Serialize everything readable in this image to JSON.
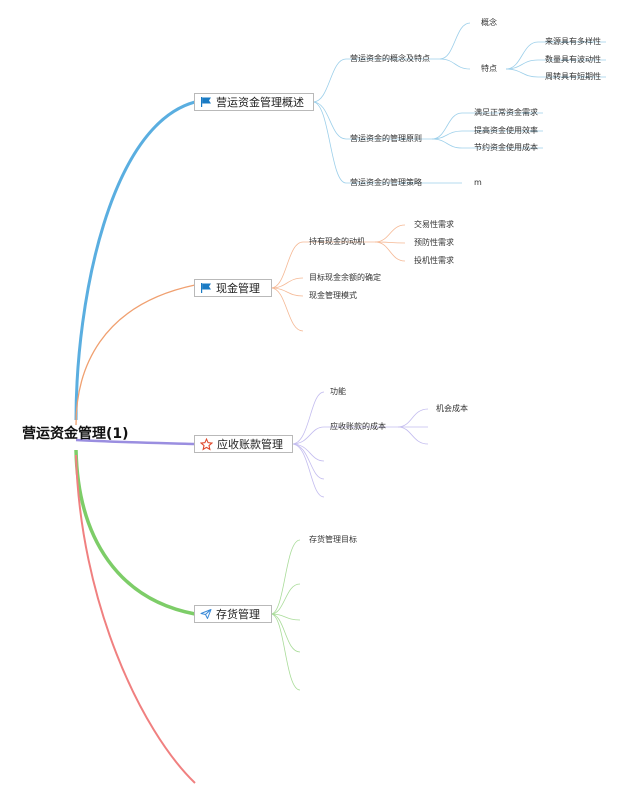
{
  "root": {
    "title": "营运资金管理(1)"
  },
  "branches": [
    {
      "label": "营运资金管理概述",
      "icon": "blue-flag-icon",
      "color": "#5aaee0",
      "children": [
        {
          "label": "营运资金的概念及特点",
          "children": [
            {
              "label": "概念",
              "children": []
            },
            {
              "label": "特点",
              "children": [
                {
                  "label": "来源具有多样性"
                },
                {
                  "label": "数量具有波动性"
                },
                {
                  "label": "周转具有短期性"
                }
              ]
            }
          ]
        },
        {
          "label": "营运资金的管理原则",
          "children": [
            {
              "label": "满足正常资金需求"
            },
            {
              "label": "提高资金使用效率"
            },
            {
              "label": "节约资金使用成本"
            }
          ]
        },
        {
          "label": "营运资金的管理策略",
          "children": [
            {
              "label": "m"
            }
          ]
        }
      ]
    },
    {
      "label": "现金管理",
      "icon": "blue-flag-icon",
      "color": "#f0a070",
      "children": [
        {
          "label": "持有现金的动机",
          "children": [
            {
              "label": "交易性需求"
            },
            {
              "label": "预防性需求"
            },
            {
              "label": "投机性需求"
            }
          ]
        },
        {
          "label": "目标现金余额的确定"
        },
        {
          "label": "现金管理模式"
        },
        {
          "label": ""
        }
      ]
    },
    {
      "label": "应收账款管理",
      "icon": "star-outline-icon",
      "color": "#9a8ee0",
      "children": [
        {
          "label": "功能"
        },
        {
          "label": "应收账款的成本",
          "children": [
            {
              "label": "机会成本"
            },
            {
              "label": ""
            },
            {
              "label": ""
            }
          ]
        },
        {
          "label": ""
        },
        {
          "label": ""
        },
        {
          "label": ""
        }
      ]
    },
    {
      "label": "存货管理",
      "icon": "paper-plane-icon",
      "color": "#7dcd68",
      "children": [
        {
          "label": "存货管理目标"
        },
        {
          "label": ""
        },
        {
          "label": ""
        },
        {
          "label": ""
        },
        {
          "label": ""
        }
      ]
    },
    {
      "label": "",
      "color": "#f08080"
    }
  ]
}
